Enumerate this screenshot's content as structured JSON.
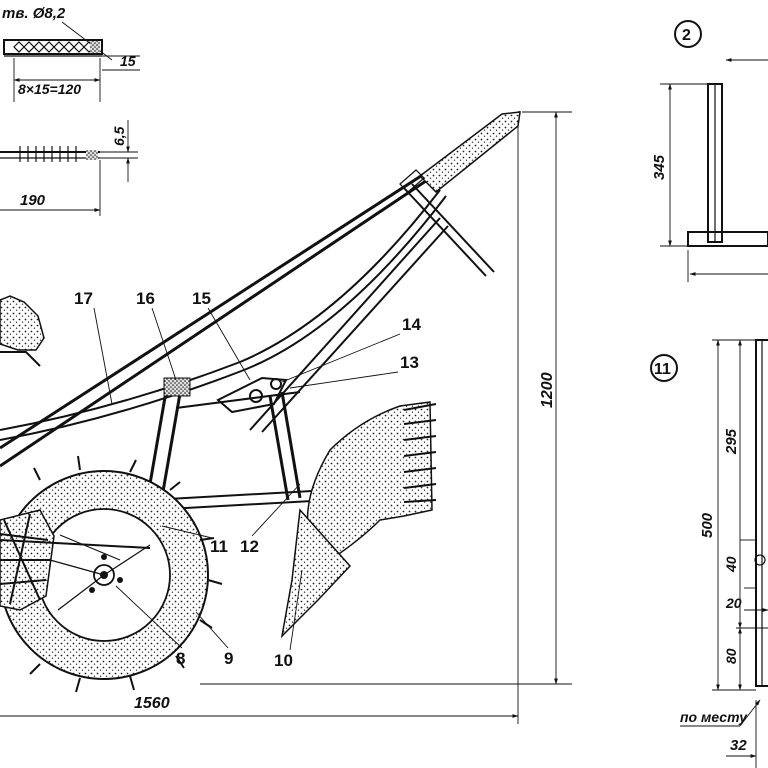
{
  "drawing": {
    "hole_note": "тв. Ø8,2",
    "strip_dims": {
      "pitch": "15",
      "length": "8×15=120",
      "thickness": "6,5",
      "total": "190"
    },
    "overall": {
      "height": "1200",
      "length": "1560"
    },
    "detail2": {
      "number": "2",
      "height": "345"
    },
    "detail11": {
      "number": "11",
      "h500": "500",
      "h295": "295",
      "h40": "40",
      "w20": "20",
      "h80": "80",
      "note": "по месту",
      "w32": "32"
    },
    "callouts": [
      "17",
      "16",
      "15",
      "14",
      "13",
      "12",
      "11",
      "10",
      "9",
      "8"
    ]
  }
}
